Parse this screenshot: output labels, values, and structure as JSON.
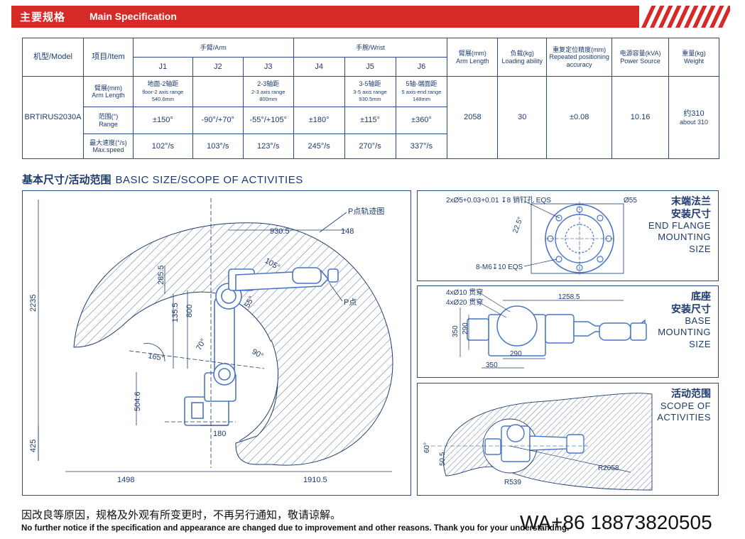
{
  "header": {
    "title_cn": "主要规格",
    "title_en": "Main Specification"
  },
  "spec_table": {
    "h_model": "机型/Model",
    "h_item": "项目/Item",
    "h_arm": "手臂/Arm",
    "h_wrist": "手腕/Wrist",
    "joints": [
      "J1",
      "J2",
      "J3",
      "J4",
      "J5",
      "J6"
    ],
    "h_reach_cn": "臂展(mm)",
    "h_reach_en": "Arm Length",
    "h_load_cn": "负载(kg)",
    "h_load_en": "Loading ability",
    "h_repeat_cn": "重复定位精度(mm)",
    "h_repeat_en": "Repeated positioning accuracy",
    "h_power_cn": "电源容量(kVA)",
    "h_power_en": "Power Source",
    "h_weight_cn": "重量(kg)",
    "h_weight_en": "Weight",
    "model": "BRTIRUS2030A",
    "row_arm_cn": "臂展(mm)",
    "row_arm_en": "Arm Length",
    "arm_j1_a": "地面-2轴距",
    "arm_j1_b": "floor-2 axis range",
    "arm_j1_c": "540.6mm",
    "arm_j3_a": "2-3轴距",
    "arm_j3_b": "2-3 axis range",
    "arm_j3_c": "800mm",
    "arm_j5_a": "3-5轴距",
    "arm_j5_b": "3-5 axis range",
    "arm_j5_c": "930.5mm",
    "arm_j6_a": "5轴-端面距",
    "arm_j6_b": "5 axis-end range",
    "arm_j6_c": "148mm",
    "row_range_cn": "范围(°)",
    "row_range_en": "Range",
    "range": [
      "±150°",
      "-90°/+70°",
      "-55°/+105°",
      "±180°",
      "±115°",
      "±360°"
    ],
    "row_speed_cn": "最大速度(°/s)",
    "row_speed_en": "Max.speed",
    "speed": [
      "102°/s",
      "103°/s",
      "123°/s",
      "245°/s",
      "270°/s",
      "337°/s"
    ],
    "reach": "2058",
    "load": "30",
    "repeat": "±0.08",
    "power": "10.16",
    "weight_cn": "约310",
    "weight_en": "about 310"
  },
  "section2": {
    "cn": "基本尺寸/活动范围",
    "en": "BASIC SIZE/SCOPE OF ACTIVITIES"
  },
  "main_drawing": {
    "p_track": "P点轨迹图",
    "p_point": "P点",
    "dims": [
      "930.5",
      "148",
      "285.5",
      "135.5",
      "800",
      "2235",
      "504.6",
      "425",
      "180",
      "1498",
      "1910.5"
    ],
    "angles": [
      "105°",
      "55°",
      "70°",
      "90°",
      "165°"
    ]
  },
  "flange": {
    "title_cn_1": "末端法兰",
    "title_cn_2": "安装尺寸",
    "title_en_1": "END FLANGE",
    "title_en_2": "MOUNTING",
    "title_en_3": "SIZE",
    "pin_note": "2xØ5+0.03+0.01 ↧8 销钉孔 EQS",
    "d55": "Ø55",
    "a225": "22.5°",
    "m6_note": "8-M6↧10 EQS"
  },
  "base": {
    "title_cn_1": "底座",
    "title_cn_2": "安装尺寸",
    "title_en_1": "BASE",
    "title_en_2": "MOUNTING",
    "title_en_3": "SIZE",
    "hole1": "4xØ10 贯穿",
    "hole2": "4xØ20 贯穿",
    "dims": [
      "1258.5",
      "350",
      "290",
      "290",
      "350"
    ]
  },
  "scope": {
    "title_cn": "活动范围",
    "title_en_1": "SCOPE OF",
    "title_en_2": "ACTIVITIES",
    "a60": "60°",
    "d505": "50.5",
    "r539": "R539",
    "r2058": "R2058"
  },
  "footer": {
    "cn": "因改良等原因，规格及外观有所变更时，不再另行通知，敬请谅解。",
    "en": "No further notice if the specification and appearance are changed due to improvement and other reasons. Thank you for your understanding.",
    "watermark": "WA+86 18873820505"
  },
  "colors": {
    "brand_red": "#d62a26",
    "navy": "#1d3a6e",
    "robot_blue": "#4a76c8"
  }
}
